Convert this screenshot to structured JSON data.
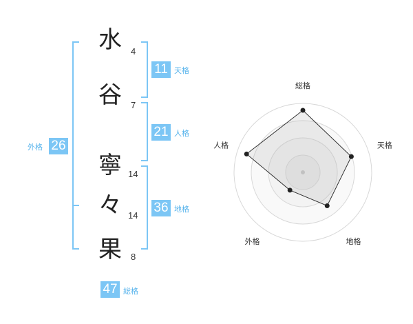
{
  "name": {
    "chars": [
      {
        "char": "水",
        "strokes": "4"
      },
      {
        "char": "谷",
        "strokes": "7"
      },
      {
        "char": "寧",
        "strokes": "14"
      },
      {
        "char": "々",
        "strokes": "14"
      },
      {
        "char": "果",
        "strokes": "8"
      }
    ]
  },
  "fortune": {
    "tenkaku": {
      "value": "11",
      "label": "天格"
    },
    "jinkaku": {
      "value": "21",
      "label": "人格"
    },
    "chikaku": {
      "value": "36",
      "label": "地格"
    },
    "gaikaku": {
      "value": "26",
      "label": "外格"
    },
    "soukaku": {
      "value": "47",
      "label": "総格"
    }
  },
  "colors": {
    "accent": "#7cc6f5",
    "label": "#58b4ec",
    "text": "#222222"
  },
  "chart_data": {
    "type": "radar",
    "axes": [
      "総格",
      "天格",
      "地格",
      "外格",
      "人格"
    ],
    "max": 5,
    "values": [
      4.5,
      3.7,
      3.0,
      1.6,
      4.3
    ],
    "rings": 4,
    "grid": true
  }
}
